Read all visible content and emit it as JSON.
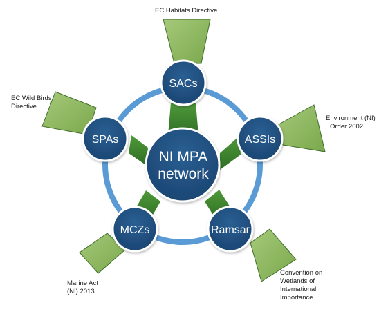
{
  "diagram": {
    "hub": {
      "line1": "NI MPA",
      "line2": "network"
    },
    "nodes": {
      "sacs": "SACs",
      "assis": "ASSIs",
      "ramsar": "Ramsar",
      "mczs": "MCZs",
      "spas": "SPAs"
    },
    "annotations": {
      "habitats": [
        "EC Habitats Directive"
      ],
      "environment": [
        "Environment (NI)",
        "Order 2002"
      ],
      "convention": [
        "Convention on",
        "Wetlands of",
        "International",
        "Importance"
      ],
      "marine": [
        "Marine Act",
        "(NI) 2013"
      ],
      "birds": [
        "EC Wild Birds",
        "Directive"
      ]
    },
    "colors": {
      "node_fill": "#1f4e79",
      "node_stroke": "#ffffff",
      "ring": "#5b9bd5",
      "connector": "#3a7d2c",
      "outer_fill": "#8cb35e",
      "outer_stroke": "#3f6f2a"
    }
  }
}
